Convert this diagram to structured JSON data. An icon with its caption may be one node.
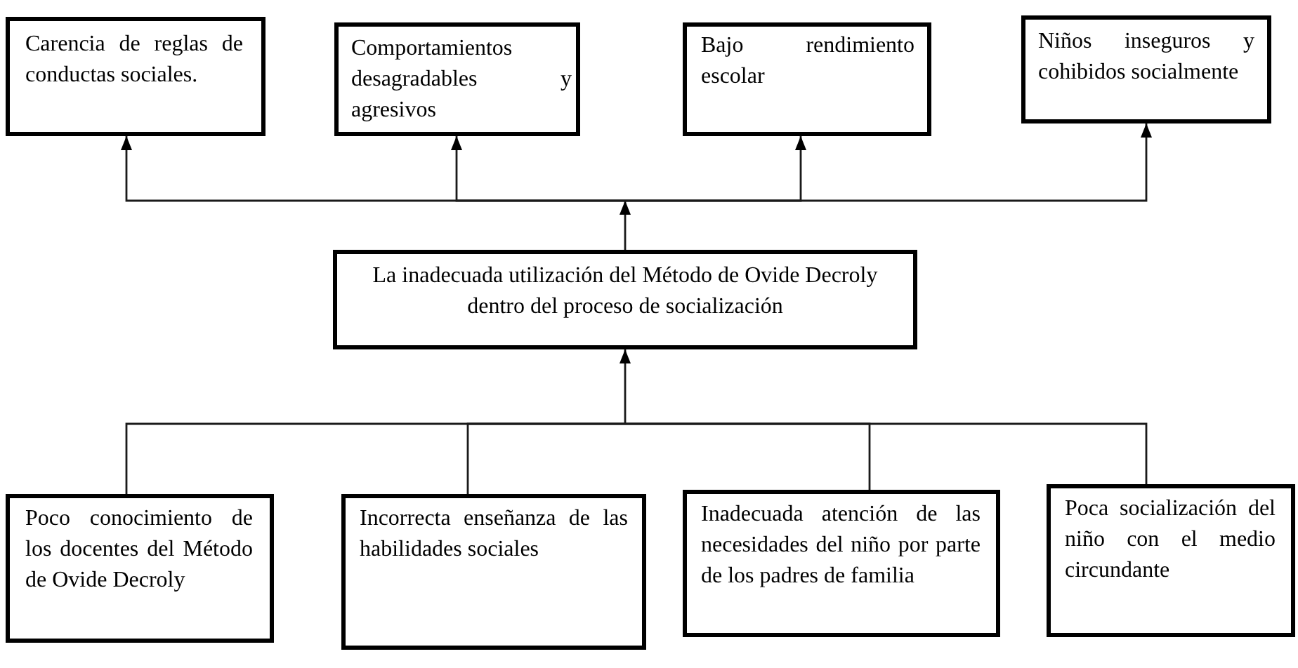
{
  "diagram": {
    "nodes": [
      {
        "text": [
          "Carencia de reglas de conductas sociales."
        ]
      },
      {
        "text": [
          "Comportamientos desagradables y agresivos"
        ]
      },
      {
        "text": [
          "Bajo rendimiento escolar"
        ]
      },
      {
        "text": [
          "Niños inseguros y cohibidos socialmente"
        ]
      },
      {
        "text": [
          "La inadecuada utilización del Método de Ovide Decroly dentro del proceso de socialización"
        ]
      },
      {
        "text": [
          "Poco conocimiento de los docentes del Método de Ovide Decroly"
        ]
      },
      {
        "text": [
          "Incorrecta enseñanza de las habilidades sociales"
        ]
      },
      {
        "text": [
          "Inadecuada atención de las necesidades del niño por parte de los padres de familia"
        ]
      },
      {
        "text": [
          "Poca socialización del niño con el medio circundante"
        ]
      }
    ],
    "edges": [
      {
        "from": 4,
        "to": 0,
        "arrow": "to"
      },
      {
        "from": 4,
        "to": 1,
        "arrow": "to"
      },
      {
        "from": 4,
        "to": 2,
        "arrow": "to"
      },
      {
        "from": 4,
        "to": 3,
        "arrow": "to"
      },
      {
        "from": 5,
        "to": 4,
        "arrow": "to"
      },
      {
        "from": 6,
        "to": 4,
        "arrow": "to"
      },
      {
        "from": 7,
        "to": 4,
        "arrow": "to"
      },
      {
        "from": 8,
        "to": 4,
        "arrow": "to"
      }
    ]
  }
}
